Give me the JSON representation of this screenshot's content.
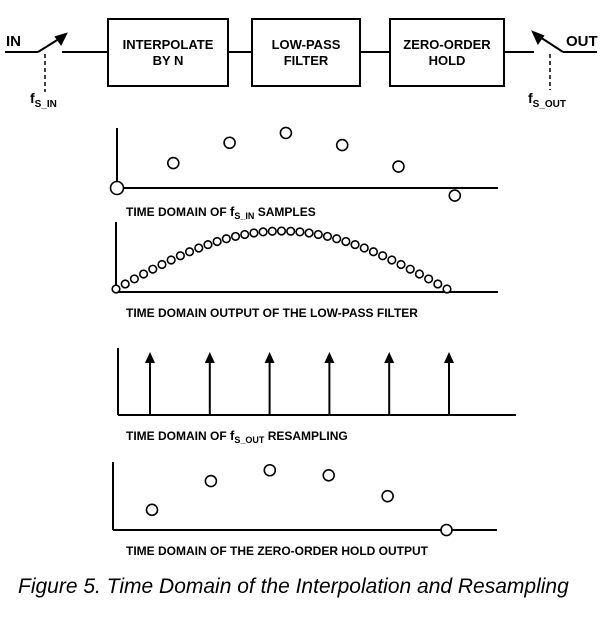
{
  "block_diagram": {
    "input_label": "IN",
    "output_label": "OUT",
    "input_rate_label": "f",
    "input_rate_sub": "S_IN",
    "output_rate_label": "f",
    "output_rate_sub": "S_OUT",
    "blocks": [
      {
        "line1": "INTERPOLATE",
        "line2": "BY N"
      },
      {
        "line1": "LOW-PASS",
        "line2": "FILTER"
      },
      {
        "line1": "ZERO-ORDER",
        "line2": "HOLD"
      }
    ]
  },
  "panels": [
    {
      "kind": "samples",
      "caption_pre": "TIME DOMAIN OF ",
      "caption_f": "f",
      "caption_sub": "S_IN",
      "caption_post": " SAMPLES",
      "samples": [
        0,
        0.43,
        0.78,
        0.95,
        0.74,
        0.37,
        -0.13
      ]
    },
    {
      "kind": "dense",
      "caption_pre": "TIME DOMAIN OUTPUT OF THE LOW-PASS FILTER",
      "curve": "half-sine",
      "sample_count": 37
    },
    {
      "kind": "impulses",
      "caption_pre": "TIME DOMAIN OF ",
      "caption_f": "f",
      "caption_sub": "S_OUT",
      "caption_post": " RESAMPLING",
      "impulse_count": 6
    },
    {
      "kind": "hold",
      "caption_pre": "TIME DOMAIN OF THE ZERO-ORDER HOLD OUTPUT",
      "samples": [
        0.28,
        0.68,
        0.83,
        0.76,
        0.47,
        0
      ]
    }
  ],
  "figure_caption": "Figure 5. Time Domain of the Interpolation and Resampling"
}
